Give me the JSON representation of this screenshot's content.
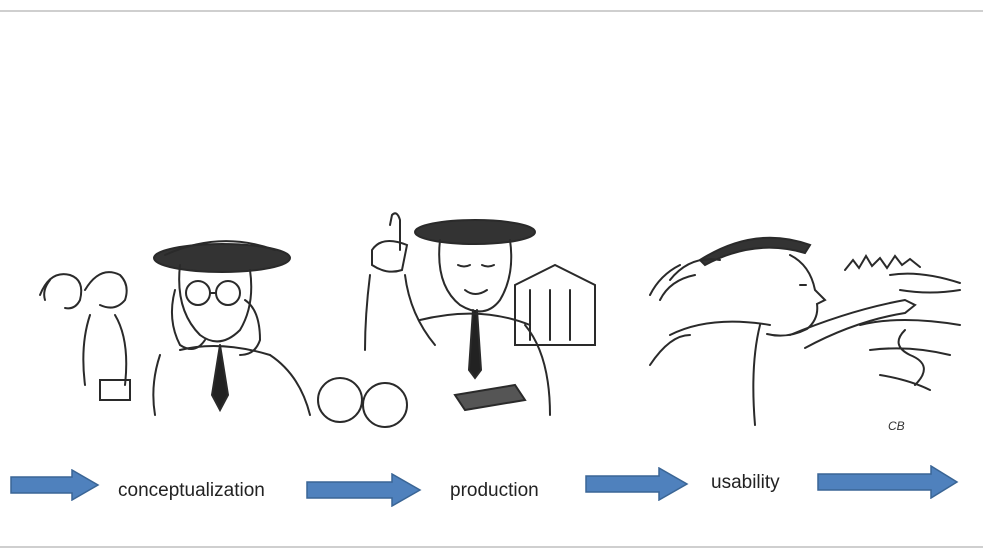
{
  "stages": [
    {
      "label": "conceptualization",
      "icon": "thinking-man-sketch"
    },
    {
      "label": "production",
      "icon": "pointing-man-sketch"
    },
    {
      "label": "usability",
      "icon": "woman-looking-at-landscape-sketch"
    }
  ],
  "colors": {
    "arrow_fill": "#4f81bd",
    "arrow_stroke": "#3a6595",
    "sketch": "#2a2a2a"
  },
  "signature_text": "CB"
}
